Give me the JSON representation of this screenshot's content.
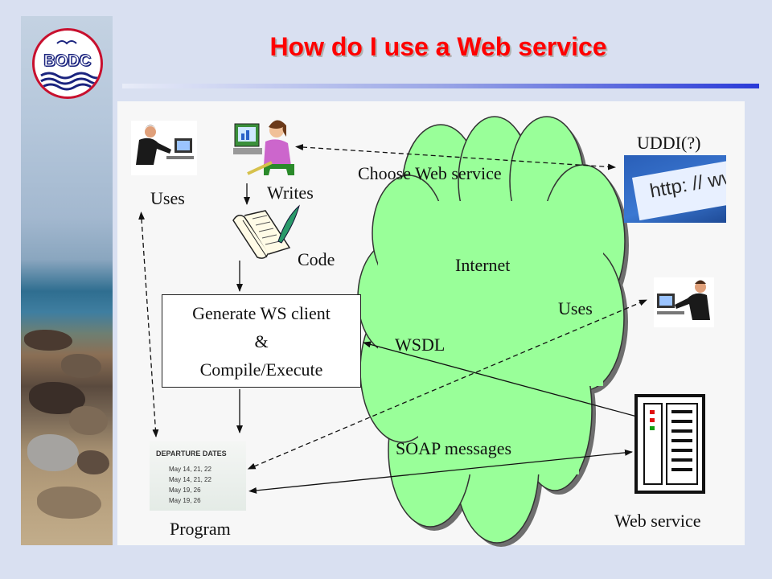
{
  "slide": {
    "title": "How do I use a Web service",
    "logo_text": "BODC"
  },
  "diagram": {
    "cloud_label": "Internet",
    "labels": {
      "uses_left": "Uses",
      "writes": "Writes",
      "code": "Code",
      "choose_web_service": "Choose Web service",
      "uddi": "UDDI(?)",
      "uses_right": "Uses",
      "wsdl": "WSDL",
      "soap_messages": "SOAP messages",
      "web_service": "Web service",
      "program": "Program"
    },
    "process_box": {
      "line1": "Generate WS client",
      "line2": "&",
      "line3": "Compile/Execute"
    },
    "browser_url_text": "http: // ww",
    "program_image": {
      "heading": "DEPARTURE DATES",
      "rows": [
        "May 14, 21, 22",
        "May 14, 21, 22",
        "May 19, 26",
        "May 19, 26"
      ]
    }
  },
  "colors": {
    "title": "#ff0000",
    "cloud_fill": "#99ff99",
    "cloud_shadow": "#6e6e6e",
    "background": "#d9e0f1"
  }
}
